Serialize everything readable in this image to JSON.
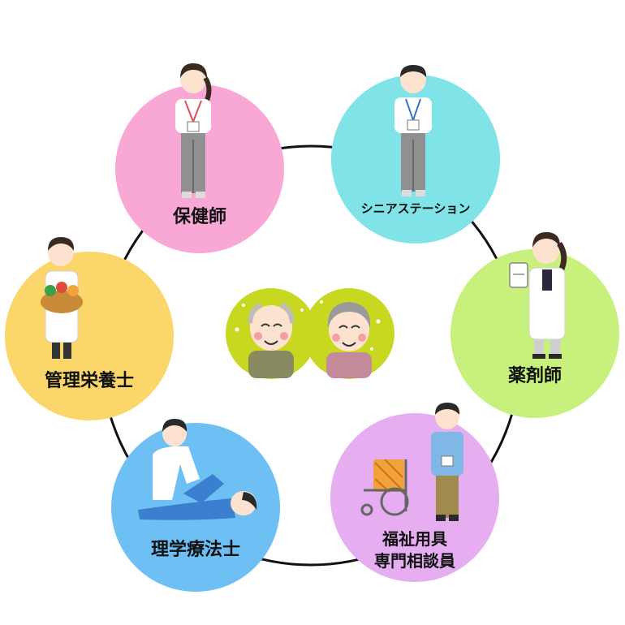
{
  "diagram": {
    "center": {
      "icon": "elderly-couple-icon"
    },
    "nodes": [
      {
        "id": "public-health-nurse",
        "lines": [
          "保健師"
        ],
        "color": "#f9a8d6",
        "icon": "nurse-icon"
      },
      {
        "id": "senior-station",
        "lines": [
          "シニアステーション"
        ],
        "color": "#7fe3e8",
        "icon": "staff-man-icon"
      },
      {
        "id": "pharmacist",
        "lines": [
          "薬剤師"
        ],
        "color": "#c7f07c",
        "icon": "pharmacist-icon"
      },
      {
        "id": "welfare-equipment-advisor",
        "lines": [
          "福祉用具",
          "専門相談員"
        ],
        "color": "#e6aef1",
        "icon": "wheelchair-staff-icon"
      },
      {
        "id": "physical-therapist",
        "lines": [
          "理学療法士"
        ],
        "color": "#6ec0f4",
        "icon": "physical-therapist-icon"
      },
      {
        "id": "dietitian",
        "lines": [
          "管理栄養士"
        ],
        "color": "#fbd66b",
        "icon": "dietitian-icon"
      }
    ]
  }
}
